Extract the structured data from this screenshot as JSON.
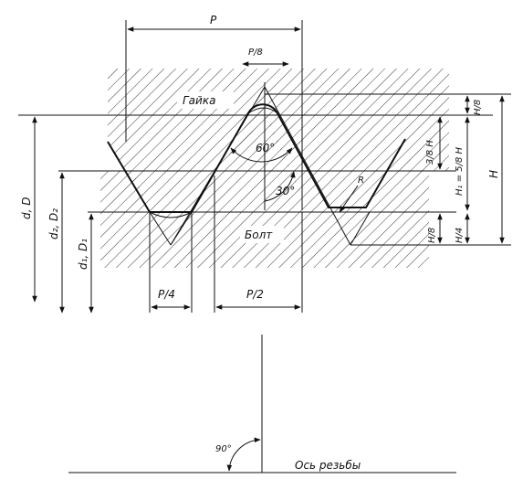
{
  "labels": {
    "pitch": "P",
    "pitch_eighth": "P/8",
    "nut": "Гайка",
    "bolt": "Болт",
    "angle_60": "60°",
    "angle_30": "30°",
    "radius": "R",
    "h_eighth_top": "H/8",
    "three_eighth_h": "3/8 H",
    "h1": "H₁ = 5/8 H",
    "big_h": "H",
    "h_eighth_bottom": "H/8",
    "h_quarter": "H/4",
    "d_major": "d, D",
    "d_pitch": "d₂, D₂",
    "d_minor": "d₁, D₁",
    "p_quarter": "P/4",
    "p_half": "P/2",
    "angle_90": "90°",
    "axis": "Ось резьбы"
  }
}
